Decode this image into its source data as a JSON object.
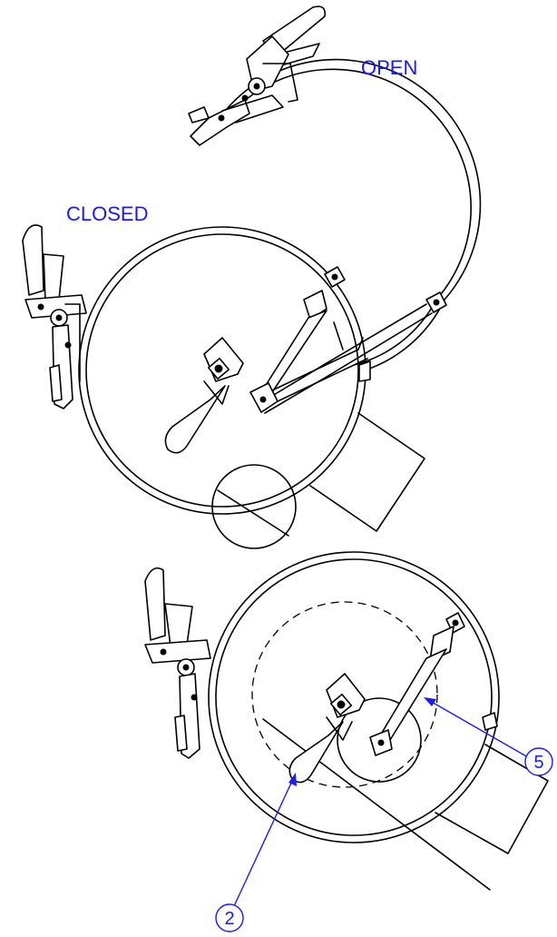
{
  "labels": {
    "open": "OPEN",
    "closed": "CLOSED"
  },
  "callouts": [
    {
      "id": "callout-2",
      "number": "2"
    },
    {
      "id": "callout-5",
      "number": "5"
    }
  ],
  "colors": {
    "annotation": "#1a1aff",
    "line": "#000000",
    "background": "#ffffff"
  }
}
